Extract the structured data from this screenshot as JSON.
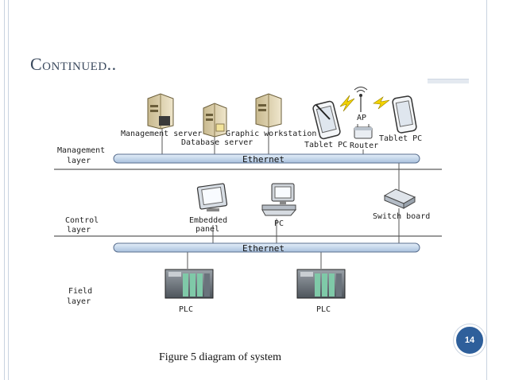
{
  "slide": {
    "title": "Continued..",
    "caption": "Figure 5 diagram of system",
    "page_number": "14"
  },
  "layers": {
    "management": [
      "Management",
      "layer"
    ],
    "control": [
      "Control",
      "layer"
    ],
    "field": [
      "Field",
      "layer"
    ]
  },
  "networks": {
    "top": "Ethernet",
    "bottom": "Ethernet"
  },
  "devices": {
    "management_server": "Management server",
    "database_server": "Database server",
    "graphic_workstation": "Graphic workstation",
    "tablet_pc_left": "Tablet PC",
    "router": "Router",
    "ap": "AP",
    "tablet_pc_right": "Tablet PC",
    "embedded_panel": [
      "Embedded",
      "panel"
    ],
    "pc": "PC",
    "switch_board": "Switch board",
    "plc_left": "PLC",
    "plc_right": "PLC"
  },
  "colors": {
    "title": "#3b4a5e",
    "bus_fill": "#c5d6ea",
    "bus_stroke": "#5a6f8f",
    "badge": "#2e5f9b"
  }
}
